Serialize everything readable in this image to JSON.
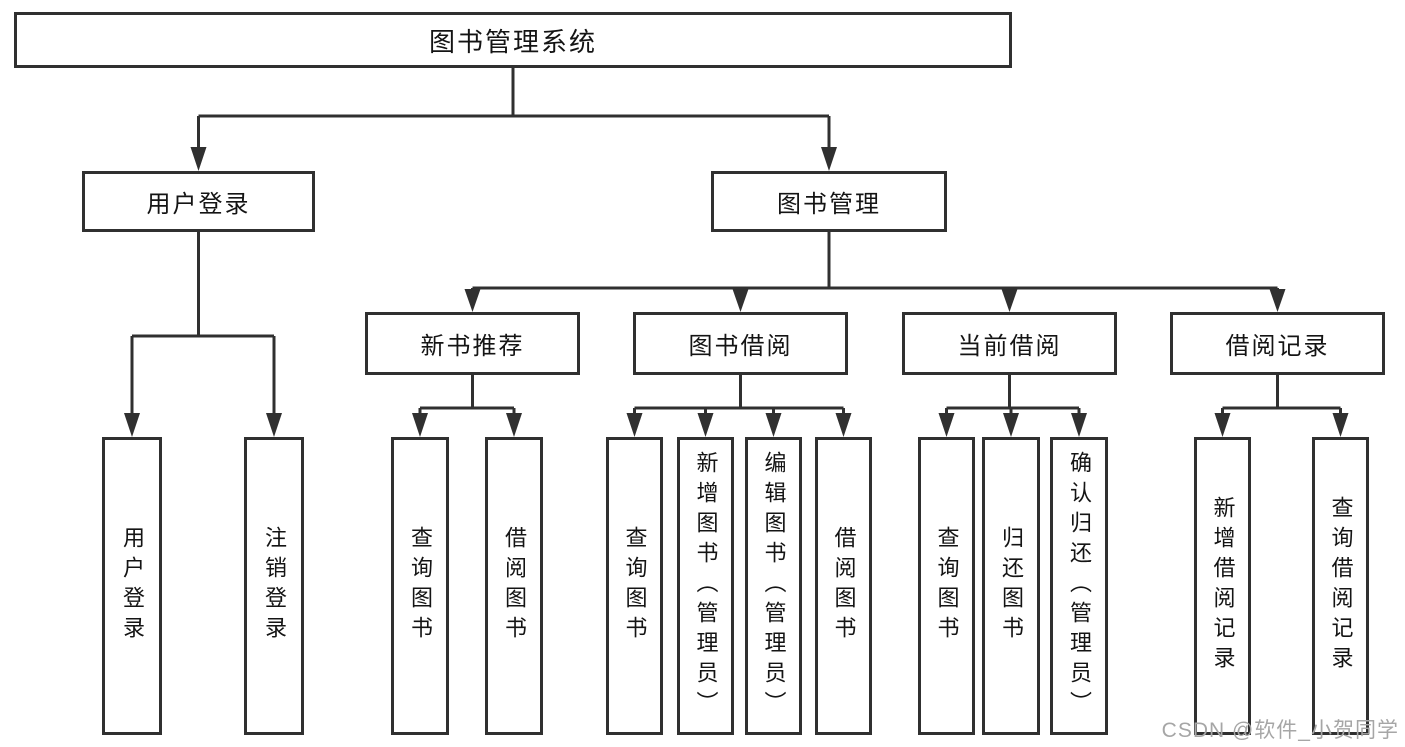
{
  "diagram": {
    "title": {
      "label": "图书管理系统"
    },
    "level2": [
      {
        "label": "用户登录"
      },
      {
        "label": "图书管理"
      }
    ],
    "level3": [
      {
        "label": "新书推荐"
      },
      {
        "label": "图书借阅"
      },
      {
        "label": "当前借阅"
      },
      {
        "label": "借阅记录"
      }
    ],
    "leaves": [
      {
        "label": "用户登录"
      },
      {
        "label": "注销登录"
      },
      {
        "label": "查询图书"
      },
      {
        "label": "借阅图书"
      },
      {
        "label": "查询图书"
      },
      {
        "label": "新增图书（管理员）"
      },
      {
        "label": "编辑图书（管理员）"
      },
      {
        "label": "借阅图书"
      },
      {
        "label": "查询图书"
      },
      {
        "label": "归还图书"
      },
      {
        "label": "确认归还（管理员）"
      },
      {
        "label": "新增借阅记录"
      },
      {
        "label": "查询借阅记录"
      }
    ],
    "watermark": {
      "label": "CSDN @软件_小贺同学"
    },
    "colors": {
      "line": "#303030",
      "text": "#141414",
      "watermark": "#a6a6a6",
      "background": "#ffffff"
    }
  }
}
